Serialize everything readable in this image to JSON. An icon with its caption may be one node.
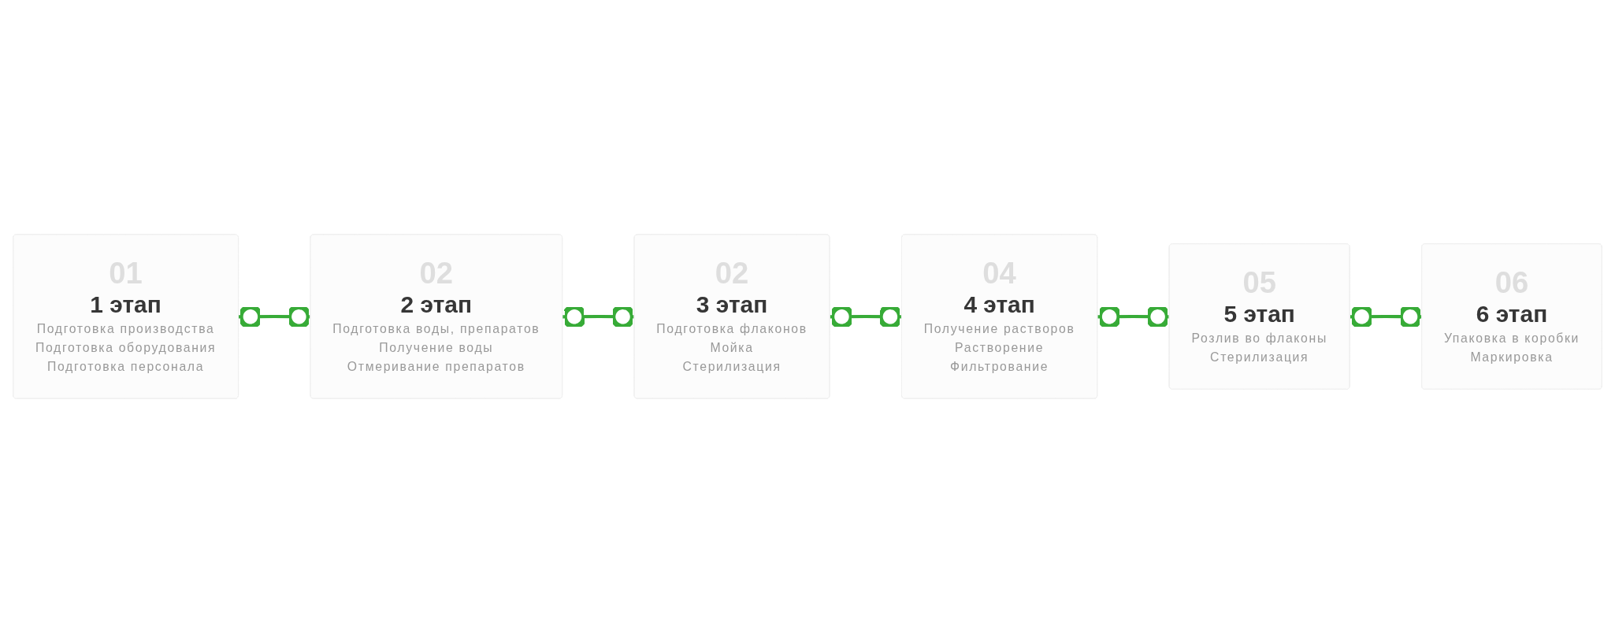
{
  "diagram": {
    "nodes": [
      {
        "text": [
          "01",
          "1 этап",
          "Подготовка производства",
          "Подготовка оборудования",
          "Подготовка персонала"
        ]
      },
      {
        "text": [
          "02",
          "2 этап",
          "Подготовка воды, препаратов",
          "Получение воды",
          "Отмеривание препаратов"
        ]
      },
      {
        "text": [
          "02",
          "3 этап",
          "Подготовка флаконов",
          "Мойка",
          "Стерилизация"
        ]
      },
      {
        "text": [
          "04",
          "4 этап",
          "Получение растворов",
          "Растворение",
          "Фильтрование"
        ]
      },
      {
        "text": [
          "05",
          "5 этап",
          "Розлив во флаконы",
          "Стерилизация"
        ]
      },
      {
        "text": [
          "06",
          "6 этап",
          "Упаковка в коробки",
          "Маркировка"
        ]
      }
    ],
    "edges": [
      {
        "from": 0,
        "to": 1,
        "arrow": "other"
      },
      {
        "from": 1,
        "to": 2,
        "arrow": "other"
      },
      {
        "from": 2,
        "to": 3,
        "arrow": "other"
      },
      {
        "from": 3,
        "to": 4,
        "arrow": "other"
      },
      {
        "from": 4,
        "to": 5,
        "arrow": "other"
      }
    ]
  }
}
